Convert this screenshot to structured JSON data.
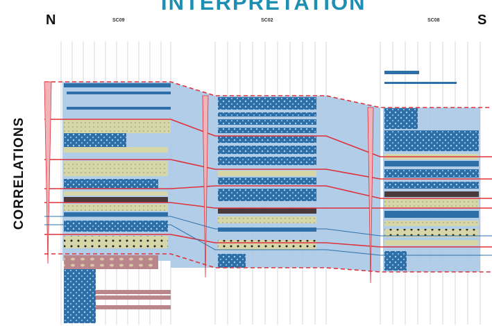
{
  "title": "INTERPRETATION",
  "north_label": "N",
  "south_label": "S",
  "side_label": "CORRELATIONS",
  "logs": [
    {
      "name": "SC09"
    },
    {
      "name": "SC02"
    },
    {
      "name": "SC08"
    }
  ],
  "colors": {
    "title": "#1e8fb3",
    "correlation_fill": "#a9c8e6",
    "correlation_line": "#e0303a",
    "layer_blue": "#2e6fa8",
    "layer_sand": "#d6d6a8",
    "layer_mauve": "#b9868c",
    "grid": "#c9ccd3"
  }
}
